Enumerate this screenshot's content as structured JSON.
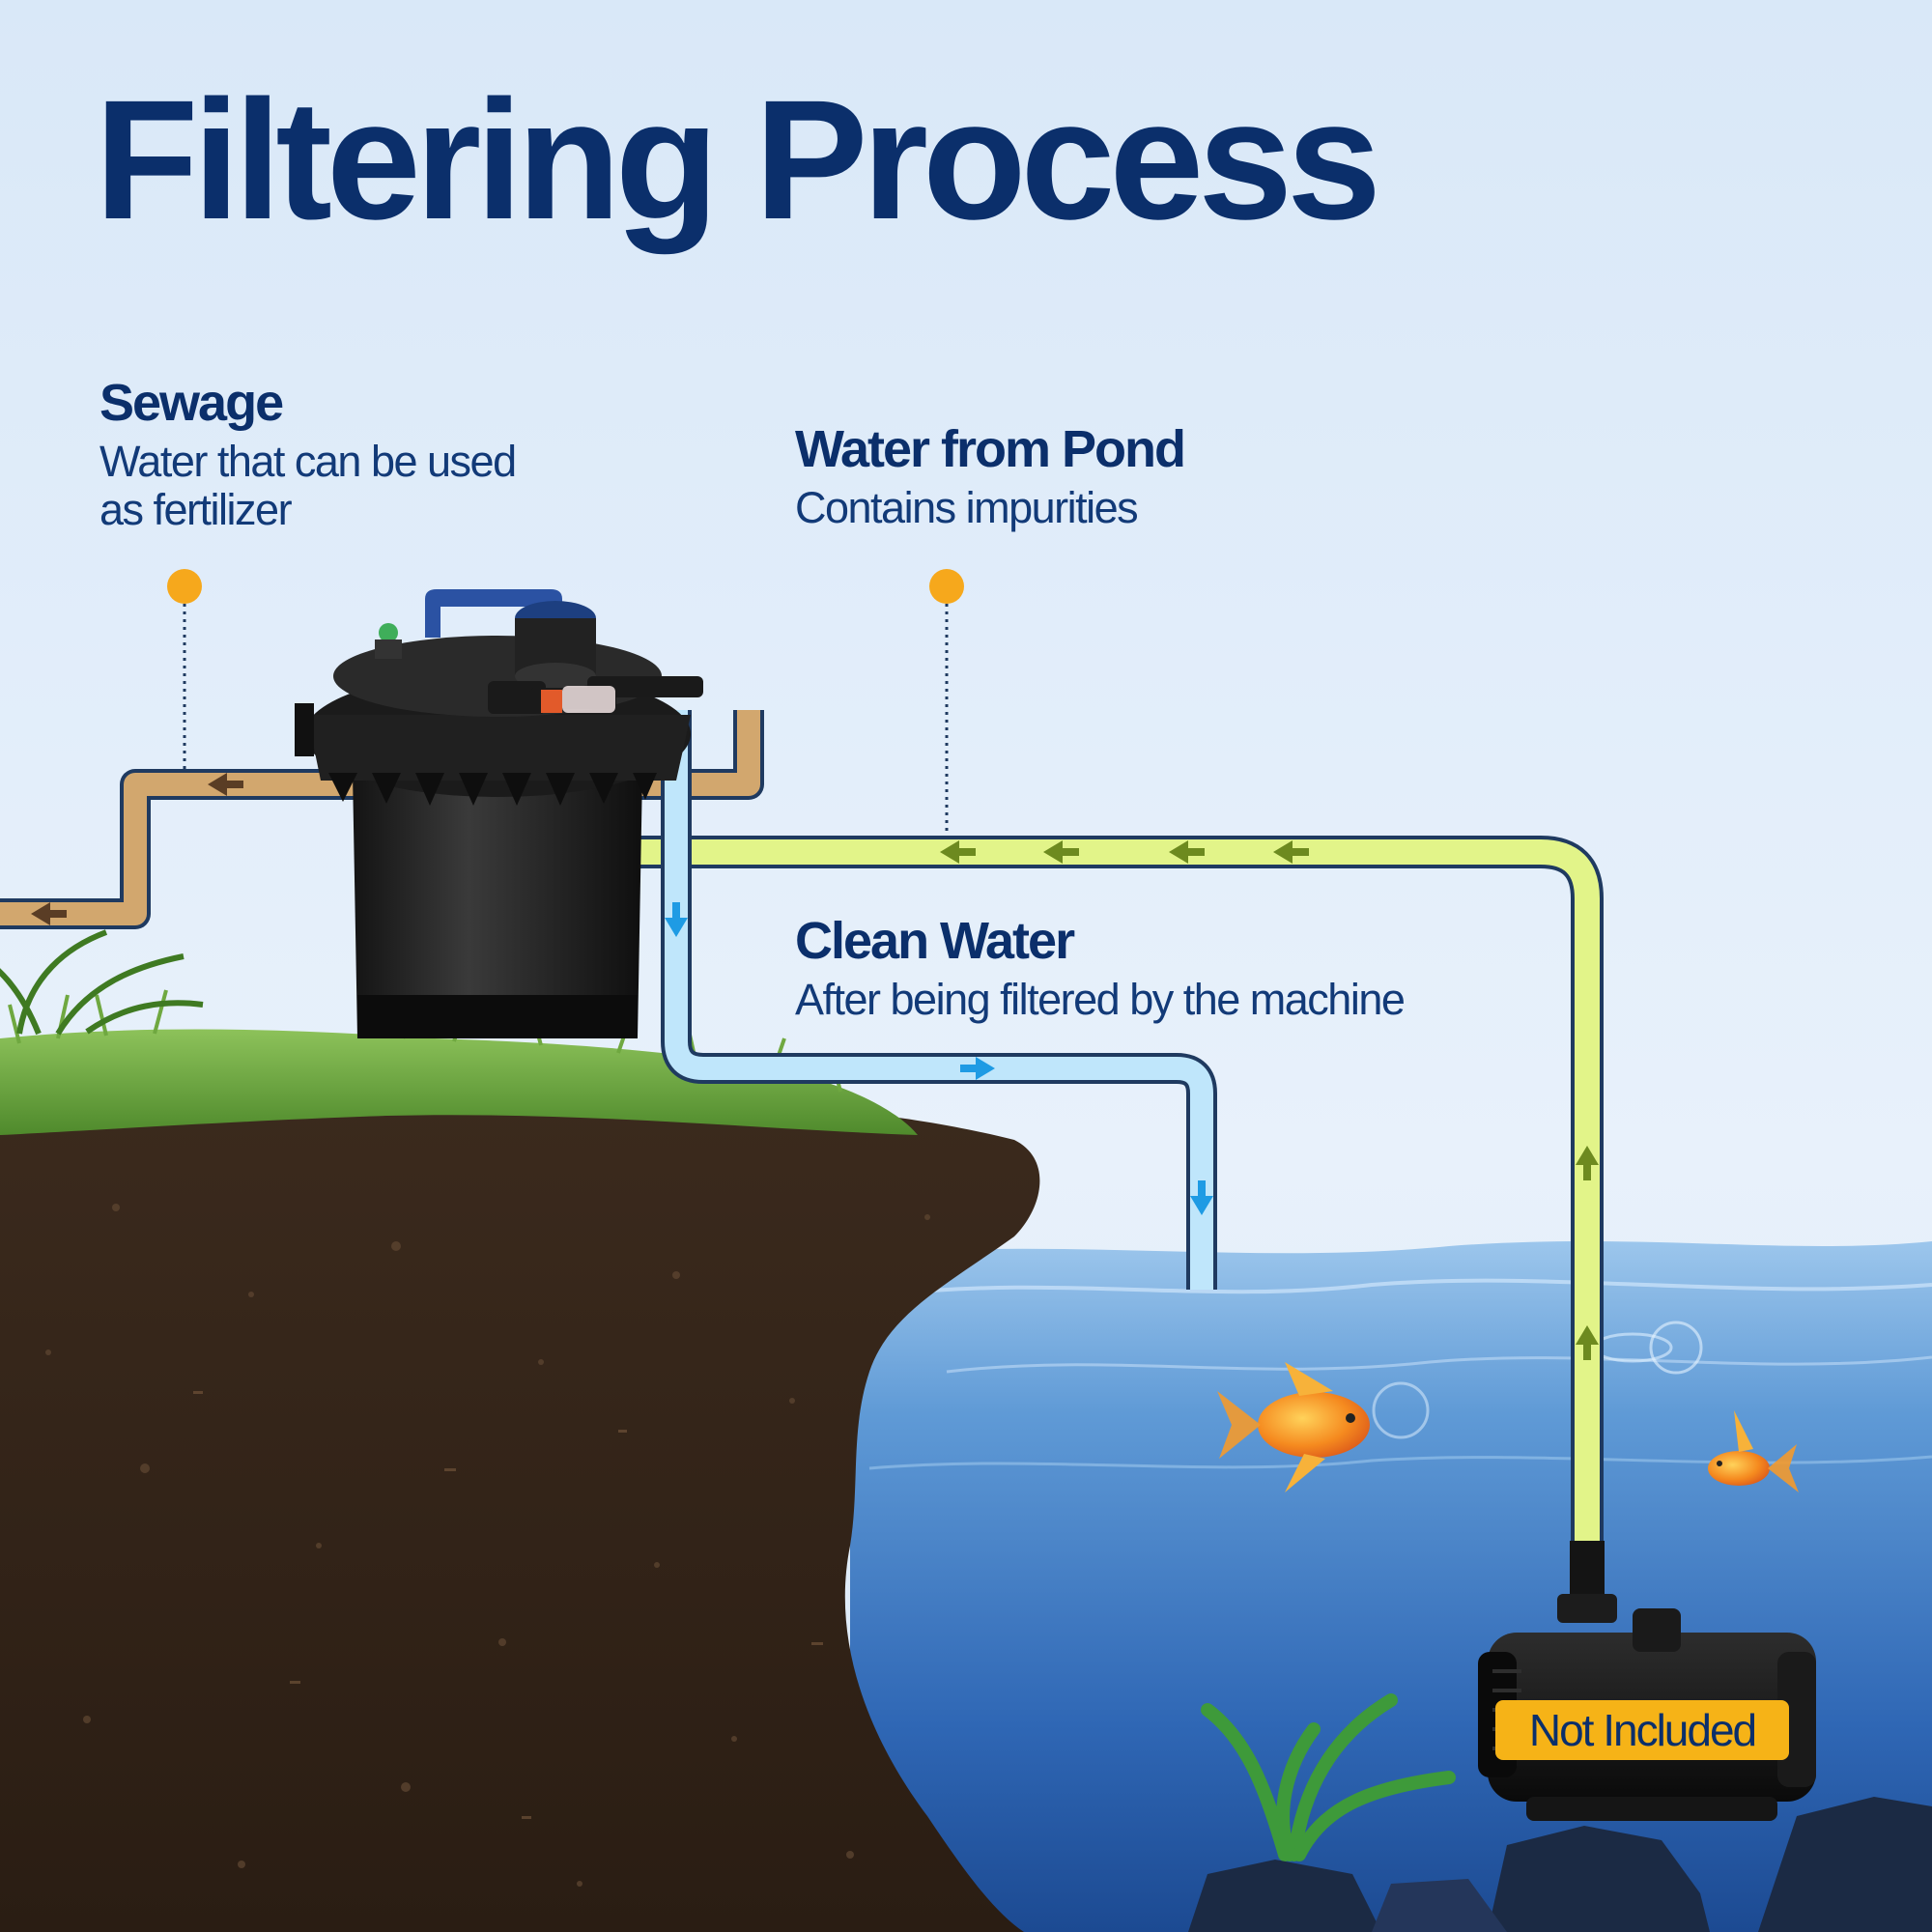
{
  "title": "Filtering Process",
  "callouts": {
    "sewage": {
      "title": "Sewage",
      "text": "Water that can be used as fertilizer"
    },
    "pond": {
      "title": "Water from Pond",
      "text": "Contains impurities"
    },
    "clean": {
      "title": "Clean Water",
      "text": "After being filtered by the machine"
    }
  },
  "pump_badge": "Not Included",
  "colors": {
    "title": "#0b2f6b",
    "marker": "#f6a81c",
    "sewage_pipe": "#d2a76e",
    "pond_pipe": "#e2f489",
    "clean_pipe": "#bfe6fb",
    "badge": "#f6b317"
  },
  "icons": [
    "pond-filter-icon",
    "pump-icon",
    "goldfish-icon",
    "flow-arrow-icon",
    "water-plant-icon"
  ]
}
